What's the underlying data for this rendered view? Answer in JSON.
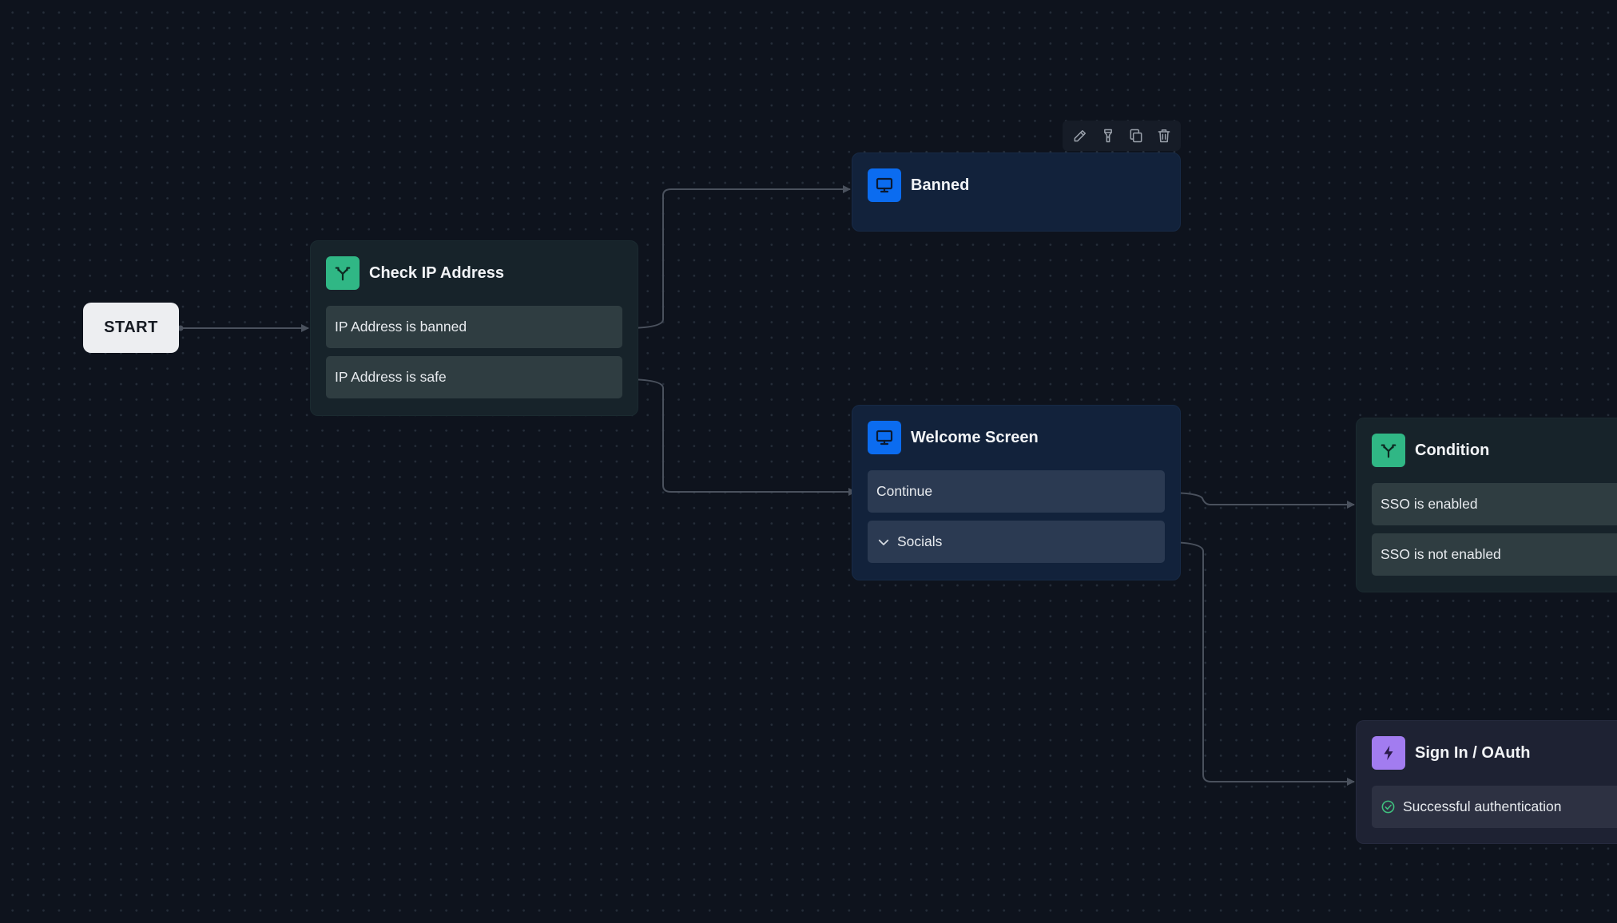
{
  "start": {
    "label": "START"
  },
  "nodes": {
    "check_ip": {
      "title": "Check IP Address",
      "icon": "branch-icon",
      "options": [
        {
          "label": "IP Address is banned"
        },
        {
          "label": "IP Address is safe"
        }
      ]
    },
    "banned": {
      "title": "Banned",
      "icon": "monitor-icon"
    },
    "welcome": {
      "title": "Welcome Screen",
      "icon": "monitor-icon",
      "options": [
        {
          "label": "Continue"
        },
        {
          "label": "Socials",
          "icon": "chevron-down-icon"
        }
      ]
    },
    "condition": {
      "title": "Condition",
      "icon": "branch-icon",
      "options": [
        {
          "label": "SSO is enabled"
        },
        {
          "label": "SSO is not enabled"
        }
      ]
    },
    "signin": {
      "title": "Sign In / OAuth",
      "icon": "lightning-icon",
      "options": [
        {
          "label": "Successful authentication",
          "icon": "check-circle-icon"
        }
      ]
    }
  },
  "toolbar": {
    "tools": [
      "pencil-icon",
      "flashlight-icon",
      "copy-icon",
      "trash-icon"
    ]
  },
  "colors": {
    "canvas_background": "#0e131d",
    "condition_accent": "#30b785",
    "screen_accent": "#0b6cf0",
    "action_accent": "#a27cf0",
    "edge": "#4a515d"
  }
}
